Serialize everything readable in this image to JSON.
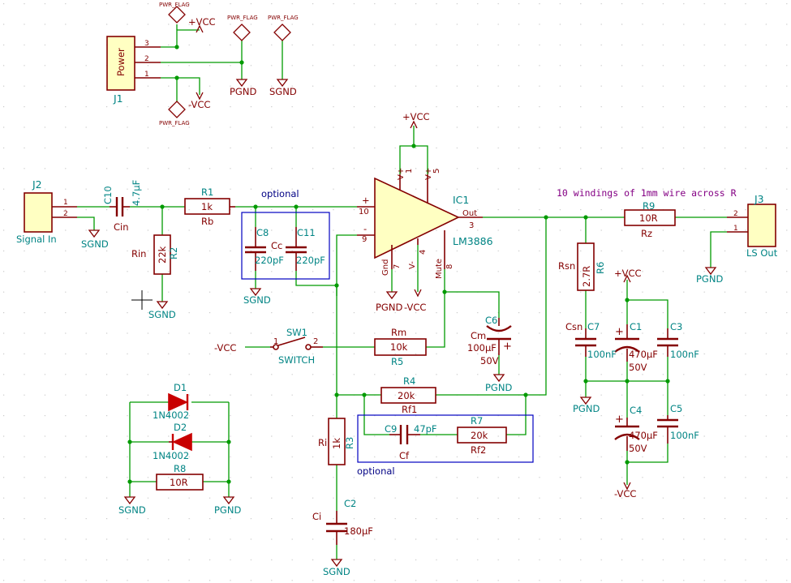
{
  "colors": {
    "wire": "#009a00",
    "component": "#840000",
    "reference": "#008484",
    "value": "#008484",
    "pin_number": "#840000",
    "net_label": "#000084",
    "power": "#840000",
    "option_box": "#0000c0",
    "grid_dot": "#c8c8c8",
    "background": "#ffffff"
  },
  "power_header": {
    "ref": "J1",
    "name": "Power",
    "pins": [
      "3",
      "2",
      "1"
    ],
    "flags": [
      "PWR_FLAG",
      "PWR_FLAG",
      "PWR_FLAG",
      "PWR_FLAG"
    ],
    "vcc_pos": "+VCC",
    "vcc_neg": "-VCC",
    "pgnd": "PGND",
    "sgnd": "SGND"
  },
  "input": {
    "connector_ref": "J2",
    "connector_name": "Signal In",
    "pin1": "1",
    "pin2": "2",
    "sgnd": "SGND",
    "c10_ref": "C10",
    "c10_value": "4.7µF",
    "c10_name": "Cin",
    "r1_ref": "R1",
    "r1_value": "1k",
    "r1_name": "Rb",
    "r2_ref": "R2",
    "r2_value": "22k",
    "r2_name": "Rin",
    "r2_gnd": "SGND",
    "optional_label": "optional",
    "c8_ref": "C8",
    "c8_value": "220pF",
    "c11_ref": "C11",
    "c11_value": "220pF",
    "cc_name": "Cc",
    "cap_gnd": "SGND"
  },
  "ic": {
    "ref": "IC1",
    "part": "LM3886",
    "pin_plus_num": "10",
    "pin_minus_num": "9",
    "plus_sign": "+",
    "minus_sign": "-",
    "out_label": "Out",
    "out_num": "3",
    "vplus1": "V+",
    "vplus1_num": "1",
    "vplus2": "V+",
    "vplus2_num": "5",
    "gnd_label": "Gnd",
    "gnd_num": "7",
    "vminus": "V-",
    "vminus_num": "4",
    "mute_label": "Mute",
    "mute_num": "8",
    "vcc_top": "+VCC",
    "pgnd": "PGND",
    "vcc_neg": "-VCC"
  },
  "mute": {
    "sw_ref": "SW1",
    "sw_name": "SWITCH",
    "sw_pin1": "1",
    "sw_pin2": "2",
    "vcc_neg": "-VCC",
    "r5_ref": "R5",
    "r5_value": "10k",
    "r5_name": "Rm",
    "c6_ref": "C6",
    "c6_name": "Cm",
    "c6_value": "100µF",
    "c6_voltage": "50V",
    "c6_gnd": "PGND",
    "c6_plus": "+"
  },
  "feedback": {
    "r4_ref": "R4",
    "r4_value": "20k",
    "r4_name": "Rf1",
    "c9_ref": "C9",
    "c9_value": "47pF",
    "c9_name": "Cf",
    "r7_ref": "R7",
    "r7_value": "20k",
    "r7_name": "Rf2",
    "optional_label": "optional",
    "r3_ref": "R3",
    "r3_value": "1k",
    "r3_name": "Ri",
    "c2_ref": "C2",
    "c2_name": "Ci",
    "c2_value": "180µF",
    "gnd": "SGND"
  },
  "ground_link": {
    "d1_ref": "D1",
    "d1_part": "1N4002",
    "d2_ref": "D2",
    "d2_part": "1N4002",
    "r8_ref": "R8",
    "r8_value": "10R",
    "left_gnd": "SGND",
    "right_gnd": "PGND"
  },
  "output": {
    "note": "10 windings of 1mm wire across R",
    "r9_ref": "R9",
    "r9_value": "10R",
    "r9_name": "Rz",
    "connector_ref": "J3",
    "connector_name": "LS Out",
    "pin2": "2",
    "pin1": "1",
    "pgnd": "PGND",
    "r6_ref": "R6",
    "r6_value": "2.7R",
    "r6_name": "Rsn",
    "c7_ref": "C7",
    "c7_name": "Csn",
    "c7_value": "100nF",
    "c7_gnd": "PGND"
  },
  "supply_caps": {
    "vcc_pos": "+VCC",
    "vcc_neg": "-VCC",
    "c1_ref": "C1",
    "c1_value": "470µF",
    "c1_voltage": "50V",
    "c3_ref": "C3",
    "c3_value": "100nF",
    "c4_ref": "C4",
    "c4_value": "470µF",
    "c4_voltage": "50V",
    "c5_ref": "C5",
    "c5_value": "100nF",
    "plus": "+"
  }
}
